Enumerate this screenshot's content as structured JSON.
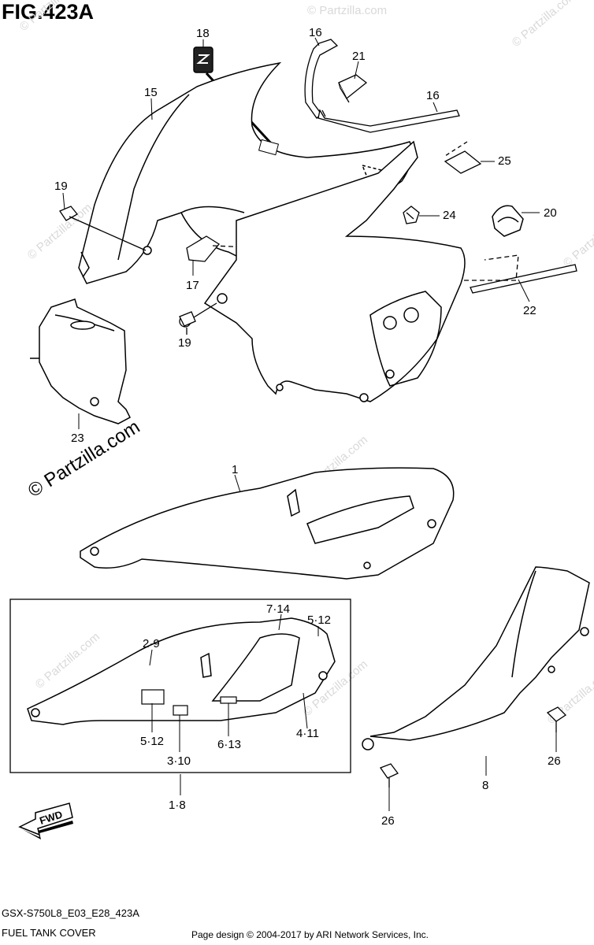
{
  "figure": {
    "title": "FIG.423A",
    "model_code": "GSX-S750L8_E03_E28_423A",
    "section_name": "FUEL TANK COVER",
    "copyright": "Page design © 2004-2017 by ARI Network Services, Inc."
  },
  "watermarks": {
    "primary": "© Partzilla.com",
    "faint": "© Partzilla.com"
  },
  "fwd_label": "FWD",
  "callouts": [
    {
      "id": "c18",
      "text": "18"
    },
    {
      "id": "c16a",
      "text": "16"
    },
    {
      "id": "c21",
      "text": "21"
    },
    {
      "id": "c15",
      "text": "15"
    },
    {
      "id": "c16b",
      "text": "16"
    },
    {
      "id": "c25",
      "text": "25"
    },
    {
      "id": "c19a",
      "text": "19"
    },
    {
      "id": "c24",
      "text": "24"
    },
    {
      "id": "c20",
      "text": "20"
    },
    {
      "id": "c17",
      "text": "17"
    },
    {
      "id": "c22",
      "text": "22"
    },
    {
      "id": "c19b",
      "text": "19"
    },
    {
      "id": "c23",
      "text": "23"
    },
    {
      "id": "c1",
      "text": "1"
    },
    {
      "id": "c714",
      "text": "7·14"
    },
    {
      "id": "c512a",
      "text": "5·12"
    },
    {
      "id": "c29",
      "text": "2·9"
    },
    {
      "id": "c512b",
      "text": "5·12"
    },
    {
      "id": "c613",
      "text": "6·13"
    },
    {
      "id": "c411",
      "text": "4·11"
    },
    {
      "id": "c310",
      "text": "3·10"
    },
    {
      "id": "c18b",
      "text": "1·8"
    },
    {
      "id": "c26a",
      "text": "26"
    },
    {
      "id": "c26b",
      "text": "26"
    },
    {
      "id": "c8",
      "text": "8"
    }
  ]
}
